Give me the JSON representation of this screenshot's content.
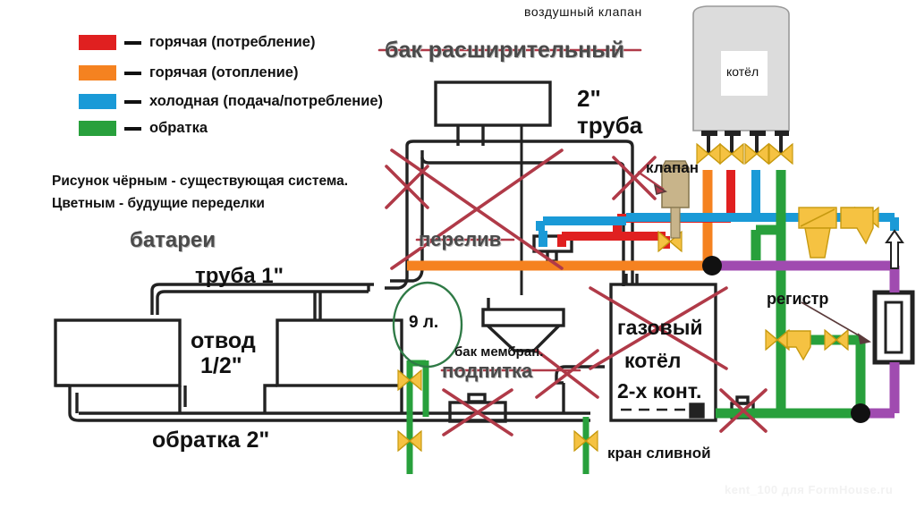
{
  "diagram": {
    "title_watermark": "kent_100 для FormHouse.ru",
    "colors": {
      "hot_consumption": "#e02020",
      "hot_heating": "#f58220",
      "cold_supply": "#1a9ad7",
      "return": "#28a03c",
      "register_line": "#a04bb0",
      "existing_black": "#222222",
      "strike_red": "#b03a48",
      "valve_yellow": "#f5c242"
    },
    "legend": [
      {
        "color": "#e02020",
        "label": "горячая (потребление)"
      },
      {
        "color": "#f58220",
        "label": "горячая (отопление)"
      },
      {
        "color": "#1a9ad7",
        "label": "холодная (подача/потребление)"
      },
      {
        "color": "#28a03c",
        "label": "обратка"
      }
    ],
    "notes": [
      "Рисунок чёрным - существующая система.",
      "Цветным - будущие переделки"
    ],
    "labels": {
      "air_valve": "воздушный клапан",
      "expansion_tank": "бак расширительный",
      "pipe_2in": "2\"",
      "pipe_2in_word": "труба",
      "boiler_top": "котёл",
      "valve": "клапан",
      "overflow": "перелив",
      "batteries": "батареи",
      "pipe_1in": "труба 1\"",
      "branch": "отвод",
      "branch_size": "1/2\"",
      "return_2in": "обратка 2\"",
      "tank_volume": "9 л.",
      "membrane_tank": "бак мембран.",
      "makeup": "подпитка",
      "gas_boiler_l1": "газовый",
      "gas_boiler_l2": "котёл",
      "gas_boiler_l3": "2-х конт.",
      "drain_valve": "кран сливной",
      "register": "регистр"
    }
  }
}
